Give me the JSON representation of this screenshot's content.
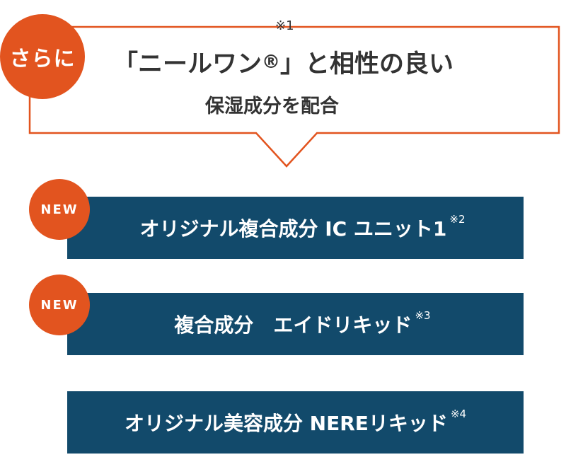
{
  "callout": {
    "badge": "さらに",
    "headline_before": "「ニールワン",
    "registered_mark": "®",
    "headline_after": "」と相性の良い",
    "note_1": "※1",
    "subheadline": "保湿成分を配合"
  },
  "items": [
    {
      "badge": "NEW",
      "label": "オリジナル複合成分 IC ユニット1",
      "note": "※2"
    },
    {
      "badge": "NEW",
      "label": "複合成分　エイドリキッド",
      "note": "※3"
    },
    {
      "badge": "",
      "label": "オリジナル美容成分 NEREリキッド",
      "note": "※4"
    }
  ],
  "colors": {
    "accent": "#e2541f",
    "bar": "#124a6b",
    "text": "#333333"
  }
}
